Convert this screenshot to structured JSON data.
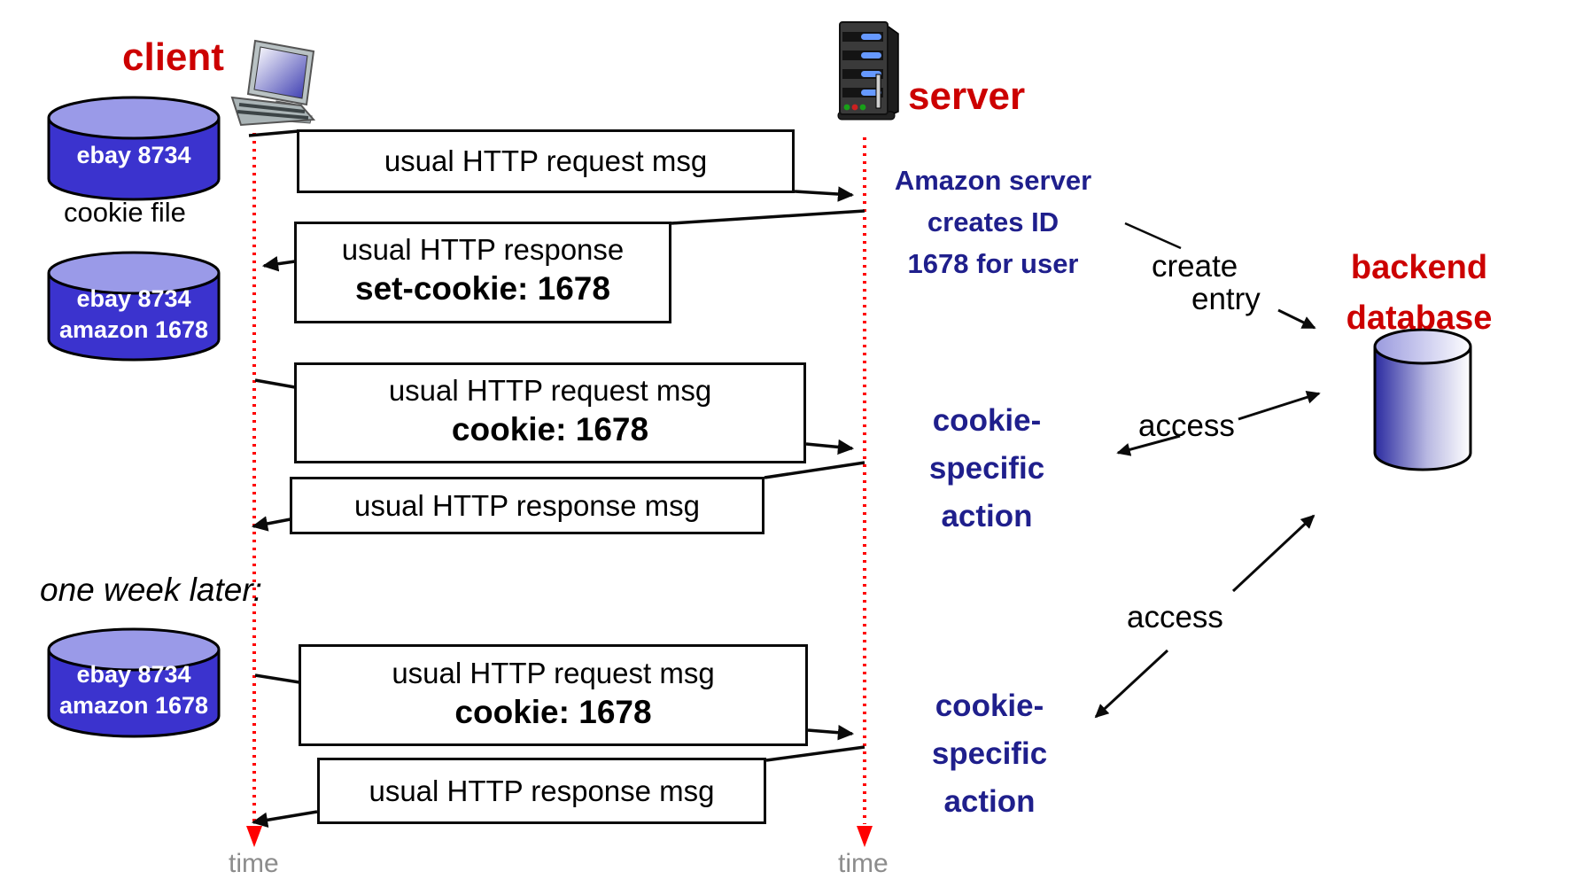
{
  "labels": {
    "client": "client",
    "server": "server",
    "cookie_file": "cookie file",
    "one_week_later": "one week later:",
    "time_client": "time",
    "time_server": "time"
  },
  "cookie_files": [
    {
      "line1": "ebay 8734",
      "line2": ""
    },
    {
      "line1": "ebay 8734",
      "line2": "amazon 1678"
    },
    {
      "line1": "ebay 8734",
      "line2": "amazon 1678"
    }
  ],
  "messages": [
    {
      "line1": "usual HTTP request msg"
    },
    {
      "line1": "usual HTTP response",
      "line2": "set-cookie: 1678"
    },
    {
      "line1": "usual HTTP request msg",
      "line2": "cookie: 1678"
    },
    {
      "line1": "usual HTTP response msg"
    },
    {
      "line1": "usual HTTP request msg",
      "line2": "cookie: 1678"
    },
    {
      "line1": "usual HTTP response msg"
    }
  ],
  "annotations": {
    "amazon_line1": "Amazon server",
    "amazon_line2": "creates ID",
    "amazon_line3": "1678 for user",
    "create": "create",
    "entry": "entry",
    "access1": "access",
    "access2": "access",
    "backend_line1": "backend",
    "backend_line2": "database",
    "cookie_action1_line1": "cookie-",
    "cookie_action1_line2": "specific",
    "cookie_action1_line3": "action",
    "cookie_action2_line1": "cookie-",
    "cookie_action2_line2": "specific",
    "cookie_action2_line3": "action"
  },
  "colors": {
    "accent_red": "#cc0000",
    "navy": "#1f1f8c",
    "cylinder_blue": "#3b33ce",
    "cylinder_top": "#9a9ae8",
    "timeline_red": "#ff0000",
    "time_gray": "#8c8c8c",
    "line_black": "#0a0a0a"
  }
}
